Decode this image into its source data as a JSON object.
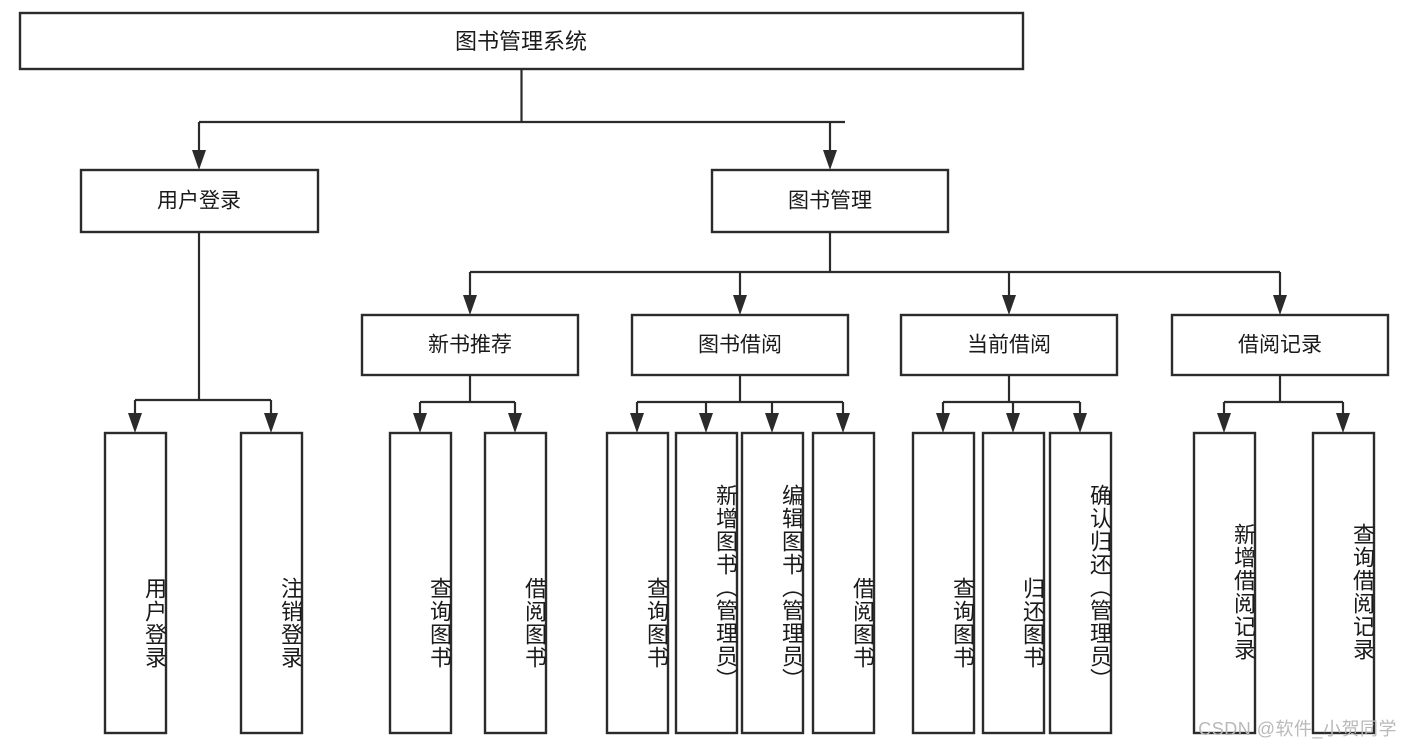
{
  "diagram": {
    "type": "tree",
    "title": "图书管理系统",
    "watermark": "CSDN @软件_小贺同学",
    "colors": {
      "box_stroke": "#2b2b2b",
      "box_fill": "#ffffff",
      "connector": "#2b2b2b",
      "text": "#1a1a1a",
      "background": "#ffffff",
      "watermark": "#b9b9b9"
    },
    "root": {
      "label": "图书管理系统"
    },
    "level2": [
      {
        "label": "用户登录"
      },
      {
        "label": "图书管理"
      }
    ],
    "level3": [
      {
        "label": "新书推荐"
      },
      {
        "label": "图书借阅"
      },
      {
        "label": "当前借阅"
      },
      {
        "label": "借阅记录"
      }
    ],
    "leaves": [
      {
        "label": "用户登录",
        "parent": "用户登录"
      },
      {
        "label": "注销登录",
        "parent": "用户登录"
      },
      {
        "label": "查询图书",
        "parent": "新书推荐"
      },
      {
        "label": "借阅图书",
        "parent": "新书推荐"
      },
      {
        "label": "查询图书",
        "parent": "图书借阅"
      },
      {
        "label": "新增图书（管理员）",
        "parent": "图书借阅"
      },
      {
        "label": "编辑图书（管理员）",
        "parent": "图书借阅"
      },
      {
        "label": "借阅图书",
        "parent": "图书借阅"
      },
      {
        "label": "查询图书",
        "parent": "当前借阅"
      },
      {
        "label": "归还图书",
        "parent": "当前借阅"
      },
      {
        "label": "确认归还（管理员）",
        "parent": "当前借阅"
      },
      {
        "label": "新增借阅记录",
        "parent": "借阅记录"
      },
      {
        "label": "查询借阅记录",
        "parent": "借阅记录"
      }
    ]
  }
}
